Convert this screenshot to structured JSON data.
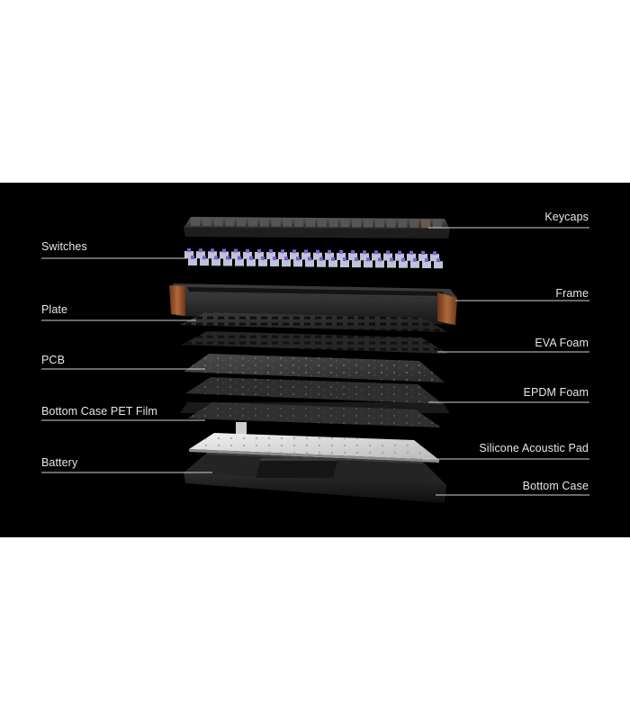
{
  "diagram": {
    "background_color": "#000000",
    "line_color": "#cfcfcf",
    "labels_left": [
      {
        "id": "switches",
        "text": "Switches"
      },
      {
        "id": "plate",
        "text": "Plate"
      },
      {
        "id": "pcb",
        "text": "PCB"
      },
      {
        "id": "bottom-case-pet-film",
        "text": "Bottom Case PET Film"
      },
      {
        "id": "battery",
        "text": "Battery"
      }
    ],
    "labels_right": [
      {
        "id": "keycaps",
        "text": "Keycaps"
      },
      {
        "id": "frame",
        "text": "Frame"
      },
      {
        "id": "eva-foam",
        "text": "EVA Foam"
      },
      {
        "id": "epdm-foam",
        "text": "EPDM Foam"
      },
      {
        "id": "silicone-acoustic-pad",
        "text": "Silicone Acoustic Pad"
      },
      {
        "id": "bottom-case",
        "text": "Bottom Case"
      }
    ],
    "component_colors": {
      "keycaps": "#3a3a3a",
      "switches": "#8a7ac8",
      "frame_wood": "#8a4a26",
      "frame_metal": "#2b2b2b",
      "plate": "#2a2a2a",
      "pcb": "#3b3b3b",
      "silicone_pad": "#d8d8d8",
      "bottom_case": "#1c1c1c"
    }
  }
}
